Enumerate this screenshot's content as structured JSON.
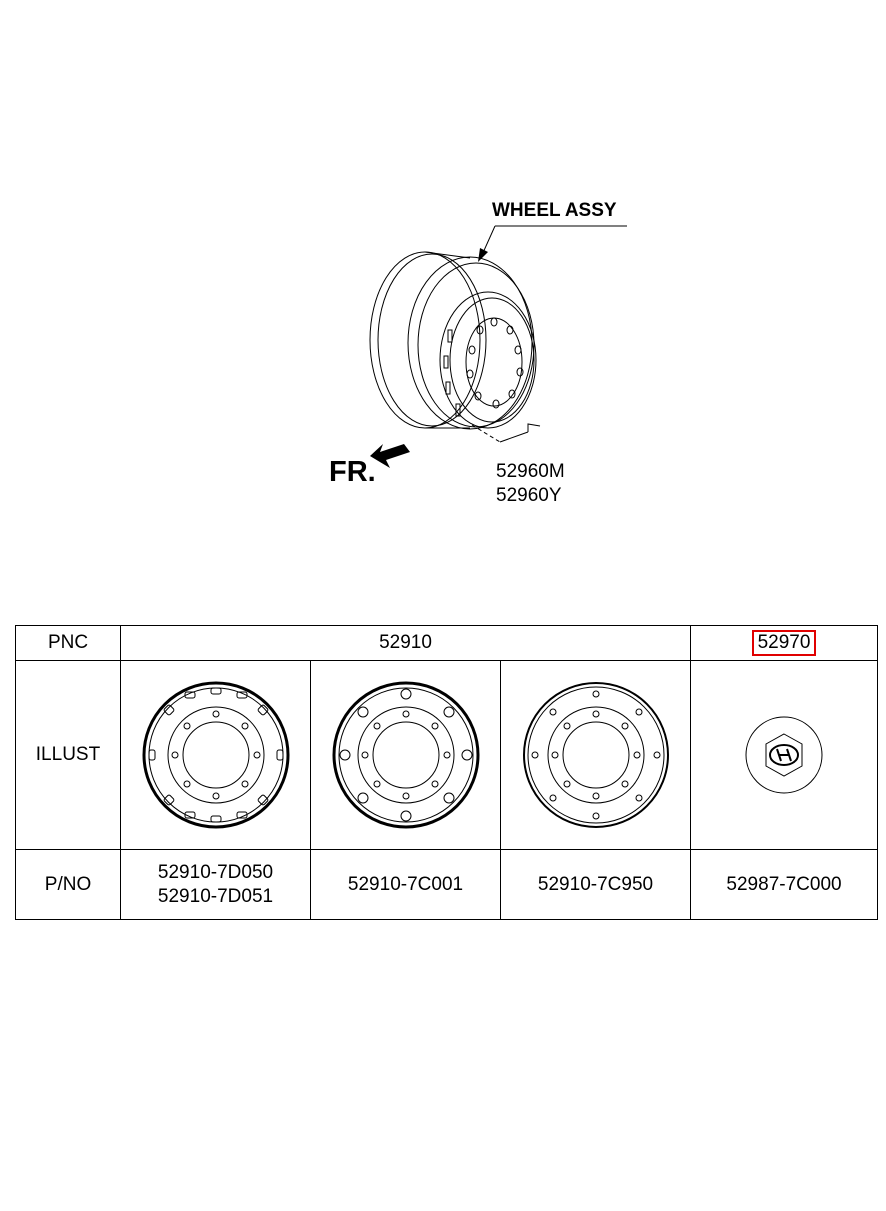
{
  "diagram": {
    "callouts": {
      "wheel_assy": "WHEEL ASSY",
      "part_a": "52960M",
      "part_b": "52960Y",
      "front": "FR."
    }
  },
  "table": {
    "row_labels": {
      "pnc": "PNC",
      "illust": "ILLUST",
      "pno": "P/NO"
    },
    "pnc_wheel": "52910",
    "pnc_cap": "52970",
    "highlight_color": "#e00000",
    "columns": [
      {
        "pnos": [
          "52910-7D050",
          "52910-7D051"
        ],
        "illust_icon": "wheel-slotted-icon"
      },
      {
        "pnos": [
          "52910-7C001"
        ],
        "illust_icon": "wheel-round-holes-icon"
      },
      {
        "pnos": [
          "52910-7C950"
        ],
        "illust_icon": "wheel-small-holes-icon"
      },
      {
        "pnos": [
          "52987-7C000"
        ],
        "illust_icon": "hub-cap-icon"
      }
    ]
  }
}
